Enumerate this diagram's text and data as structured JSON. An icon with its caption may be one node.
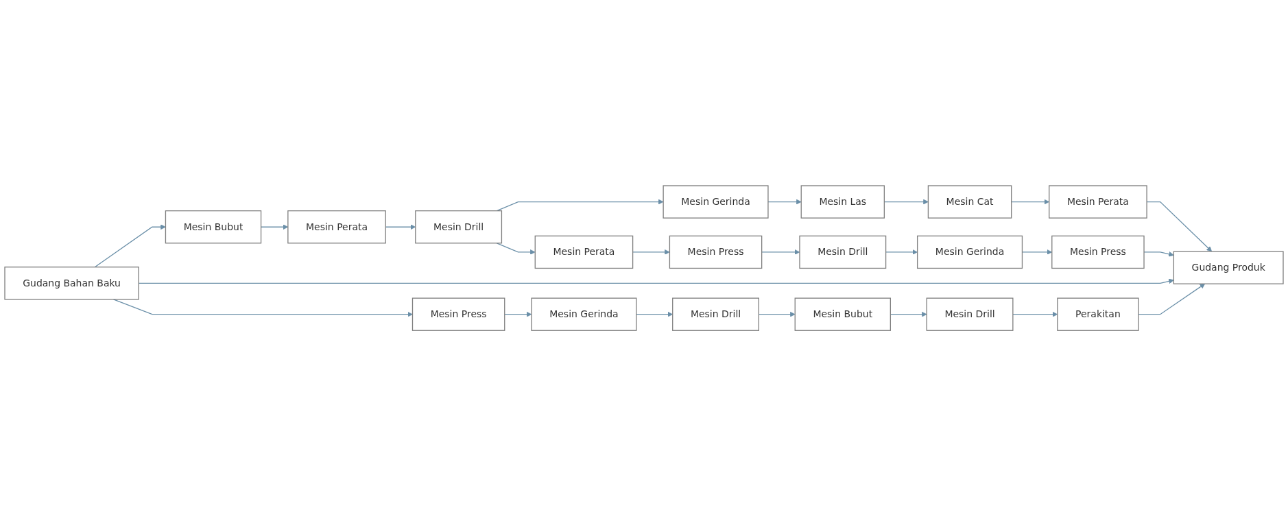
{
  "diagram": {
    "nodes": [
      {
        "text": [
          "Gudang Bahan Baku"
        ]
      },
      {
        "text": [
          "Mesin Bubut"
        ]
      },
      {
        "text": [
          "Mesin Perata"
        ]
      },
      {
        "text": [
          "Mesin Drill"
        ]
      },
      {
        "text": [
          "Mesin Perata"
        ]
      },
      {
        "text": [
          "Mesin Gerinda"
        ]
      },
      {
        "text": [
          "Mesin Las"
        ]
      },
      {
        "text": [
          "Mesin Perata"
        ]
      },
      {
        "text": [
          "Mesin Cat"
        ]
      },
      {
        "text": [
          "Gudang Produk"
        ]
      },
      {
        "text": [
          "Mesin Press"
        ]
      },
      {
        "text": [
          "Mesin Bubut"
        ]
      },
      {
        "text": [
          "Mesin Drill"
        ]
      },
      {
        "text": [
          "Mesin Press"
        ]
      },
      {
        "text": [
          "Mesin Press"
        ]
      },
      {
        "text": [
          "Mesin Gerinda"
        ]
      },
      {
        "text": [
          "Mesin Drill"
        ]
      },
      {
        "text": [
          "Perakitan"
        ]
      },
      {
        "text": [
          "Mesin Drill"
        ]
      },
      {
        "text": [
          "Mesin Gerinda"
        ]
      }
    ],
    "edges": [
      {
        "from": 0,
        "to": 1,
        "arrow": "to"
      },
      {
        "from": 1,
        "to": 2,
        "arrow": "to"
      },
      {
        "from": 2,
        "to": 3,
        "arrow": "to"
      },
      {
        "from": 3,
        "to": 5,
        "arrow": "to"
      },
      {
        "from": 3,
        "to": 4,
        "arrow": "to"
      },
      {
        "from": 5,
        "to": 6,
        "arrow": "to"
      },
      {
        "from": 6,
        "to": 8,
        "arrow": "to"
      },
      {
        "from": 8,
        "to": 7,
        "arrow": "to"
      },
      {
        "from": 7,
        "to": 9,
        "arrow": "to"
      },
      {
        "from": 4,
        "to": 13,
        "arrow": "to"
      },
      {
        "from": 0,
        "to": 9,
        "arrow": "to"
      },
      {
        "from": 0,
        "to": 10,
        "arrow": "to"
      },
      {
        "from": 10,
        "to": 15,
        "arrow": "to"
      },
      {
        "from": 15,
        "to": 16,
        "arrow": "to"
      },
      {
        "from": 16,
        "to": 11,
        "arrow": "to"
      },
      {
        "from": 11,
        "to": 12,
        "arrow": "to"
      },
      {
        "from": 12,
        "to": 17,
        "arrow": "to"
      },
      {
        "from": 17,
        "to": 9,
        "arrow": "to"
      },
      {
        "from": 13,
        "to": 18,
        "arrow": "to"
      },
      {
        "from": 18,
        "to": 19,
        "arrow": "to"
      },
      {
        "from": 19,
        "to": 14,
        "arrow": "to"
      },
      {
        "from": 14,
        "to": 9,
        "arrow": "to"
      }
    ]
  }
}
